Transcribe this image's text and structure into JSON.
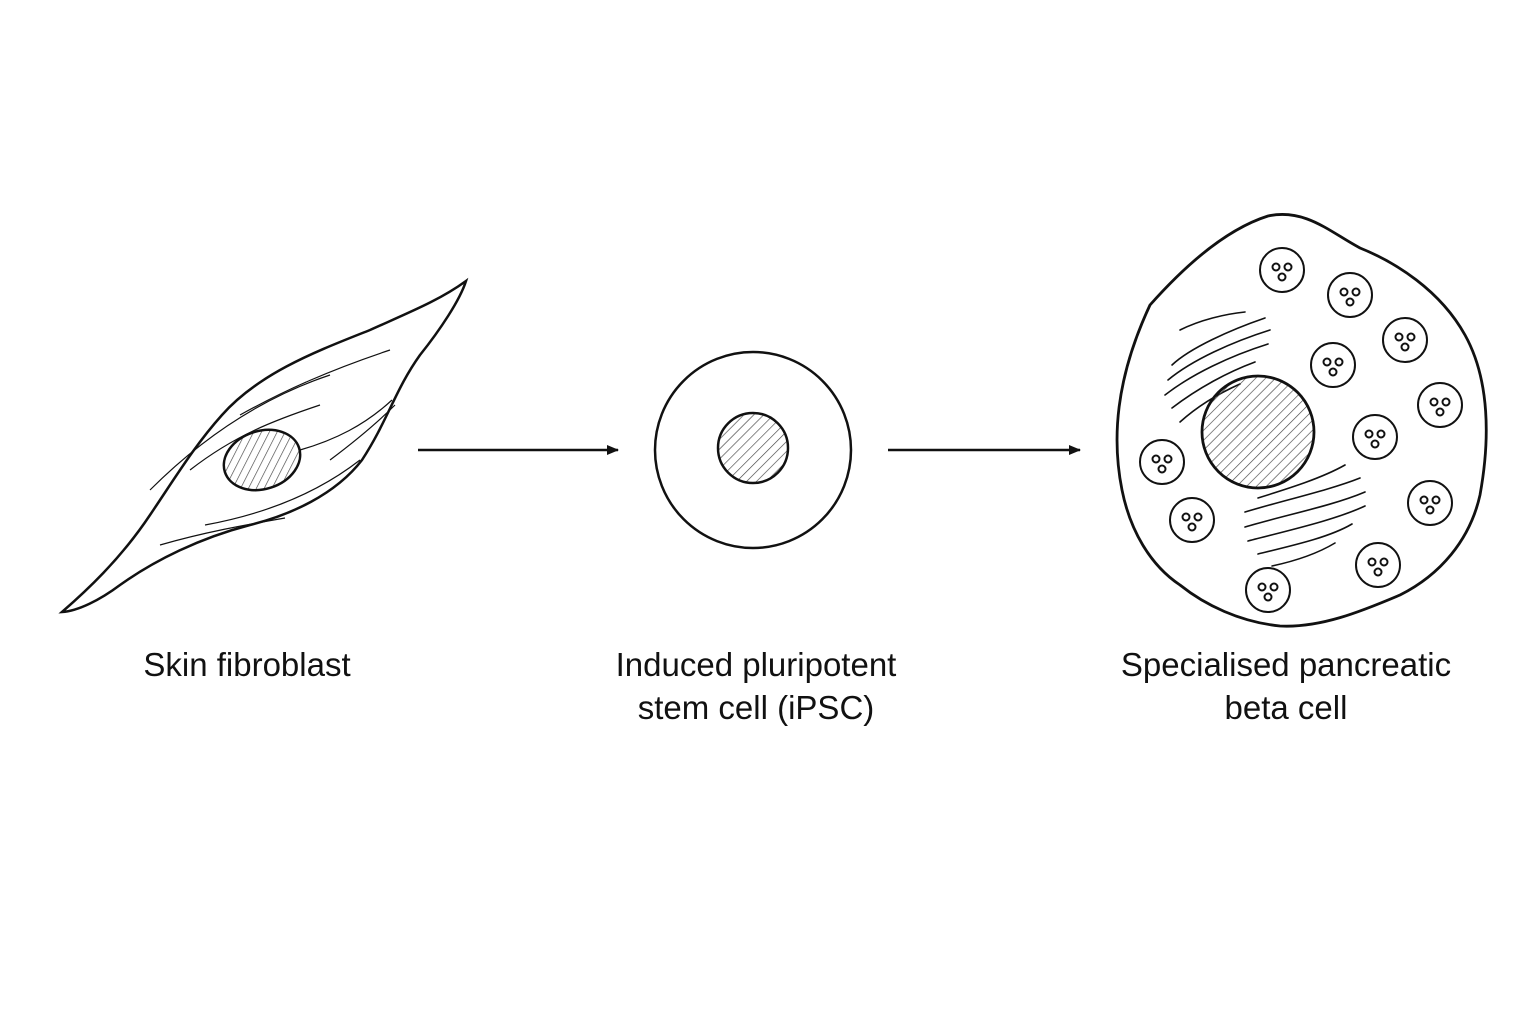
{
  "diagram": {
    "stages": [
      {
        "id": "fibroblast",
        "label_lines": [
          "Skin fibroblast"
        ]
      },
      {
        "id": "ipsc",
        "label_lines": [
          "Induced pluripotent",
          "stem cell (iPSC)"
        ]
      },
      {
        "id": "beta",
        "label_lines": [
          "Specialised pancreatic",
          "beta cell"
        ]
      }
    ]
  },
  "colors": {
    "ink": "#111111",
    "background": "#ffffff",
    "nucleus_hatch": "#444444"
  }
}
